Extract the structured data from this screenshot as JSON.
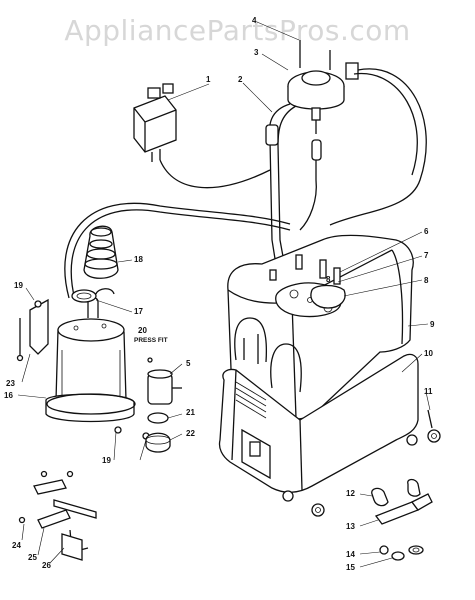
{
  "watermark": "AppliancePartsPros.com",
  "note": "PRESS FIT",
  "callouts": {
    "c1": "1",
    "c2": "2",
    "c3": "3",
    "c4": "4",
    "c5": "5",
    "c6": "6",
    "c7": "7",
    "c8a": "8",
    "c8b": "8",
    "c9": "9",
    "c10": "10",
    "c11": "11",
    "c12": "12",
    "c13": "13",
    "c14": "14",
    "c15": "15",
    "c16": "16",
    "c17": "17",
    "c18": "18",
    "c19a": "19",
    "c19b": "19",
    "c20": "20",
    "c21": "21",
    "c22": "22",
    "c23": "23",
    "c24": "24",
    "c25": "25",
    "c26": "26"
  }
}
